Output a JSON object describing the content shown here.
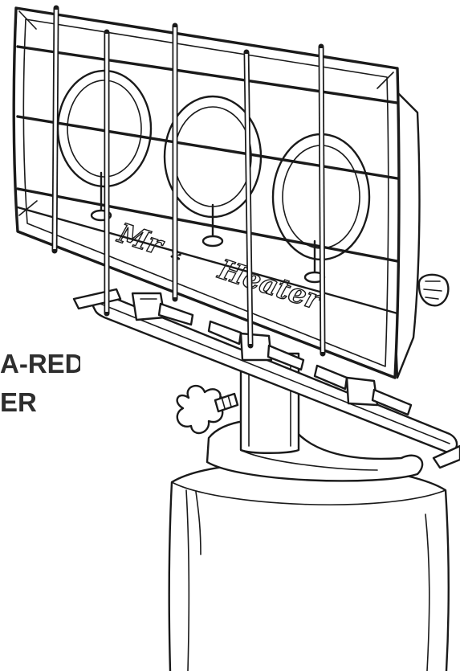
{
  "heading": {
    "line1": "A-RED",
    "line2": "ER"
  },
  "reflector": {
    "brand_logo": "Mr. Heater"
  },
  "colors": {
    "ink": "#1a1a1a",
    "text": "#2e2e2e",
    "background": "#ffffff"
  },
  "icons": {
    "burner": "radiant-burner-icon",
    "knob": "wing-knob-icon",
    "tank": "propane-tank-icon"
  }
}
